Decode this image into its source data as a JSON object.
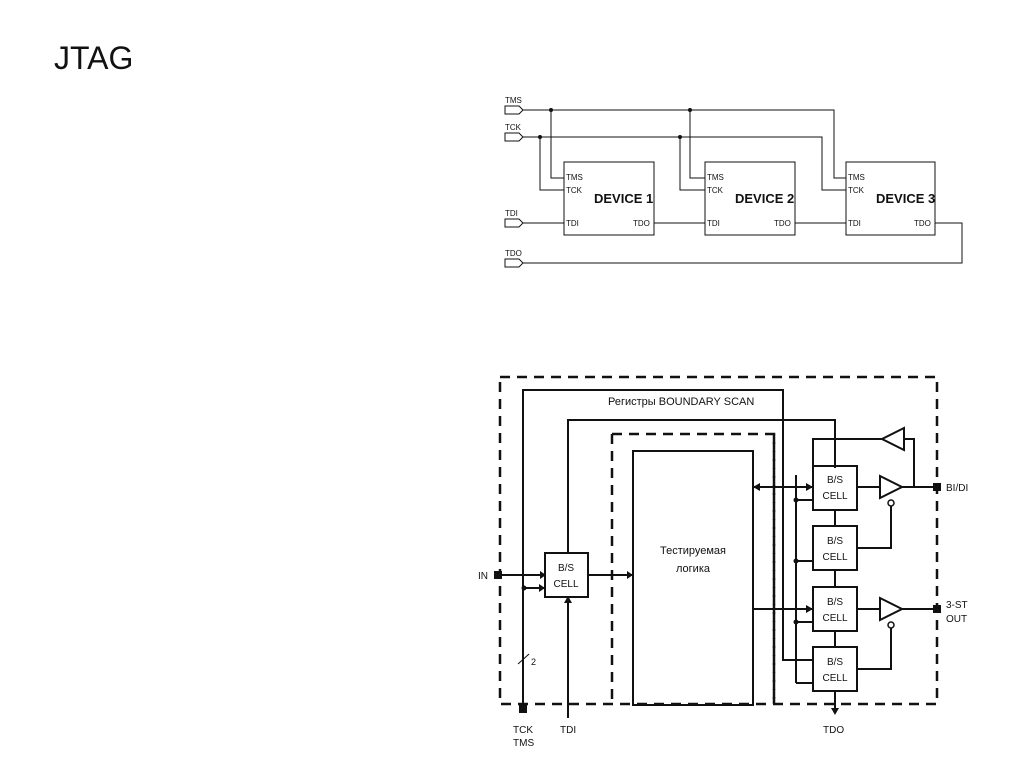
{
  "slide": {
    "title": "JTAG"
  },
  "chain": {
    "ports": {
      "tms": "TMS",
      "tck": "TCK",
      "tdi": "TDI",
      "tdo": "TDO"
    },
    "devices": [
      {
        "name": "DEVICE 1",
        "tms": "TMS",
        "tck": "TCK",
        "tdi": "TDI",
        "tdo": "TDO"
      },
      {
        "name": "DEVICE 2",
        "tms": "TMS",
        "tck": "TCK",
        "tdi": "TDI",
        "tdo": "TDO"
      },
      {
        "name": "DEVICE 3",
        "tms": "TMS",
        "tck": "TCK",
        "tdi": "TDI",
        "tdo": "TDO"
      }
    ]
  },
  "boundary": {
    "registers_label": "Регистры BOUNDARY SCAN",
    "core_label_line1": "Тестируемая",
    "core_label_line2": "логика",
    "cell_line1": "B/S",
    "cell_line2": "CELL",
    "pins": {
      "in": "IN",
      "bidi": "BI/DI",
      "out3_line1": "3-ST",
      "out3_line2": "OUT",
      "tck": "TCK",
      "tms": "TMS",
      "tdi": "TDI",
      "tdo": "TDO",
      "bus_width": "2"
    }
  }
}
